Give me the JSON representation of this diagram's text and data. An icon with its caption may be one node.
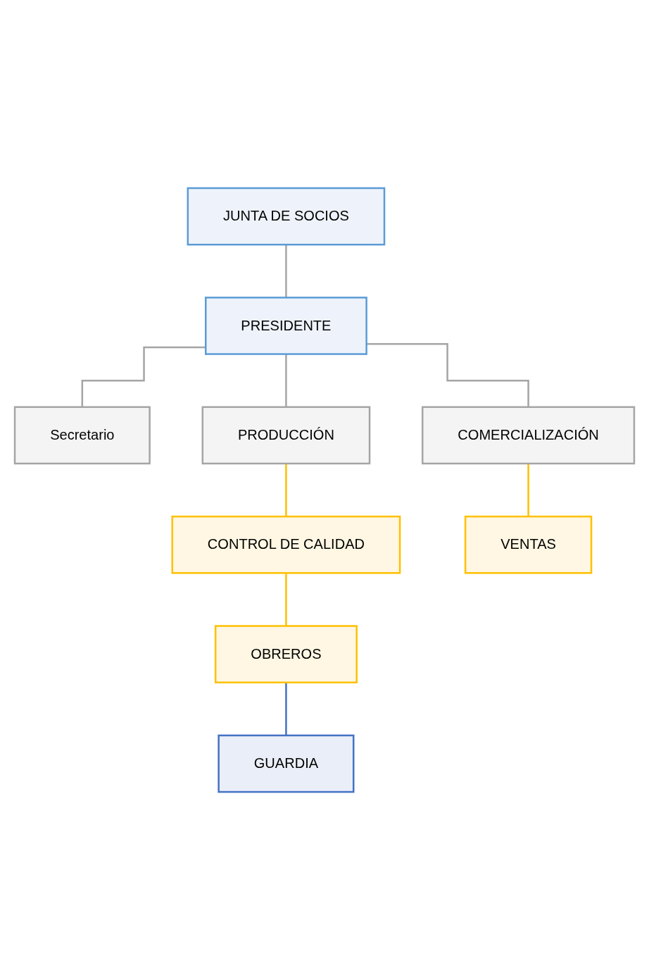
{
  "diagram": {
    "nodes": [
      {
        "text": [
          "JUNTA DE SOCIOS"
        ]
      },
      {
        "text": [
          "PRESIDENTE"
        ]
      },
      {
        "text": [
          "Secretario"
        ]
      },
      {
        "text": [
          "PRODUCCIÓN"
        ]
      },
      {
        "text": [
          "COMERCIALIZACIÓN"
        ]
      },
      {
        "text": [
          "CONTROL DE CALIDAD"
        ]
      },
      {
        "text": [
          "VENTAS"
        ]
      },
      {
        "text": [
          "OBREROS"
        ]
      },
      {
        "text": [
          "GUARDIA"
        ]
      }
    ],
    "edges": [
      {
        "from": 0,
        "to": 1,
        "arrow": "none"
      },
      {
        "from": 1,
        "to": 2,
        "arrow": "none"
      },
      {
        "from": 1,
        "to": 3,
        "arrow": "none"
      },
      {
        "from": 1,
        "to": 4,
        "arrow": "none"
      },
      {
        "from": 3,
        "to": 5,
        "arrow": "none",
        "color": "#ffc000"
      },
      {
        "from": 4,
        "to": 6,
        "arrow": "none",
        "color": "#ffc000"
      },
      {
        "from": 5,
        "to": 7,
        "arrow": "none",
        "color": "#ffc000"
      },
      {
        "from": 7,
        "to": 8,
        "arrow": "none",
        "color": "#4472c4"
      }
    ]
  }
}
